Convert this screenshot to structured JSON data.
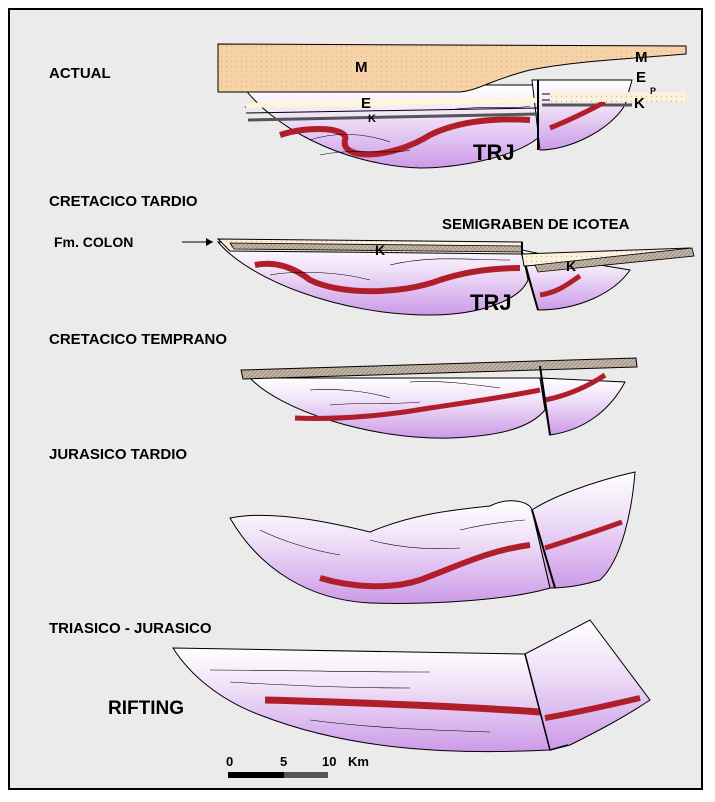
{
  "stages": [
    "ACTUAL",
    "CRETACICO TARDIO",
    "CRETACICO TEMPRANO",
    "JURASICO TARDIO",
    "TRIASICO - JURASICO"
  ],
  "annotations": {
    "fm_colon": "Fm. COLON",
    "semigraben": "SEMIGRABEN DE ICOTEA",
    "rifting": "RIFTING"
  },
  "units": {
    "m": "M",
    "e": "E",
    "k": "K",
    "p": "P",
    "trj": "TRJ"
  },
  "scale_bar": {
    "ticks": [
      "0",
      "5",
      "10"
    ],
    "unit": "Km"
  },
  "colors": {
    "background": "#ebebeb",
    "basin_fill": "#d9b4f0",
    "basin_light": "#f6eefa",
    "red_layer": "#b01e2a",
    "miocene_fill": "#f7d2a6",
    "cretaceous_bar": "#c2b5a6",
    "eocene_band": "#fff6d6",
    "outline": "#000000"
  }
}
